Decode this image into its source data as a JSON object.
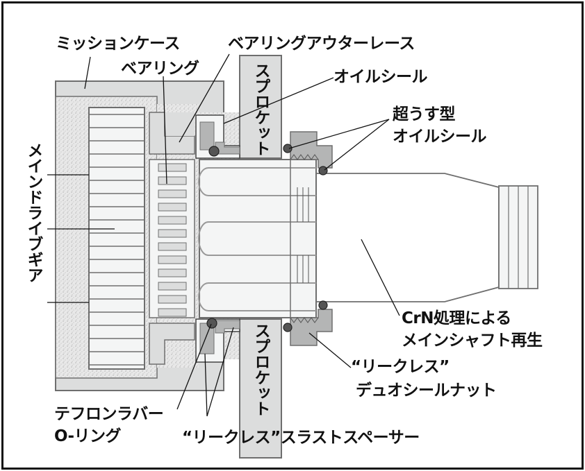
{
  "title": "CrN処理によるメインシャフト再生 断面図",
  "labels": {
    "mission_case": "ミッションケース",
    "bearing_outer_race": "ベアリングアウターレース",
    "bearing": "ベアリング",
    "oil_seal": "オイルシール",
    "ultra_thin_1": "超うす型",
    "ultra_thin_2": "オイルシール",
    "main_drive_gear": "メインドライブギア",
    "sprocket_top": "スプロケット",
    "sprocket_bottom": "スプロケット",
    "crn_1": "CrN処理による",
    "crn_2": "メインシャフト再生",
    "leakless_nut_1": "“リークレス”",
    "leakless_nut_2": "デュオシールナット",
    "teflon_1": "テフロンラバー",
    "teflon_2": "O-リング",
    "thrust_spacer": "“リークレス”スラストスペーサー"
  },
  "colors": {
    "case": "#dcdddd",
    "part": "#b4b5b5",
    "light": "#f4f5f5",
    "ring": "#555555",
    "stroke": "#6e6e6e"
  }
}
